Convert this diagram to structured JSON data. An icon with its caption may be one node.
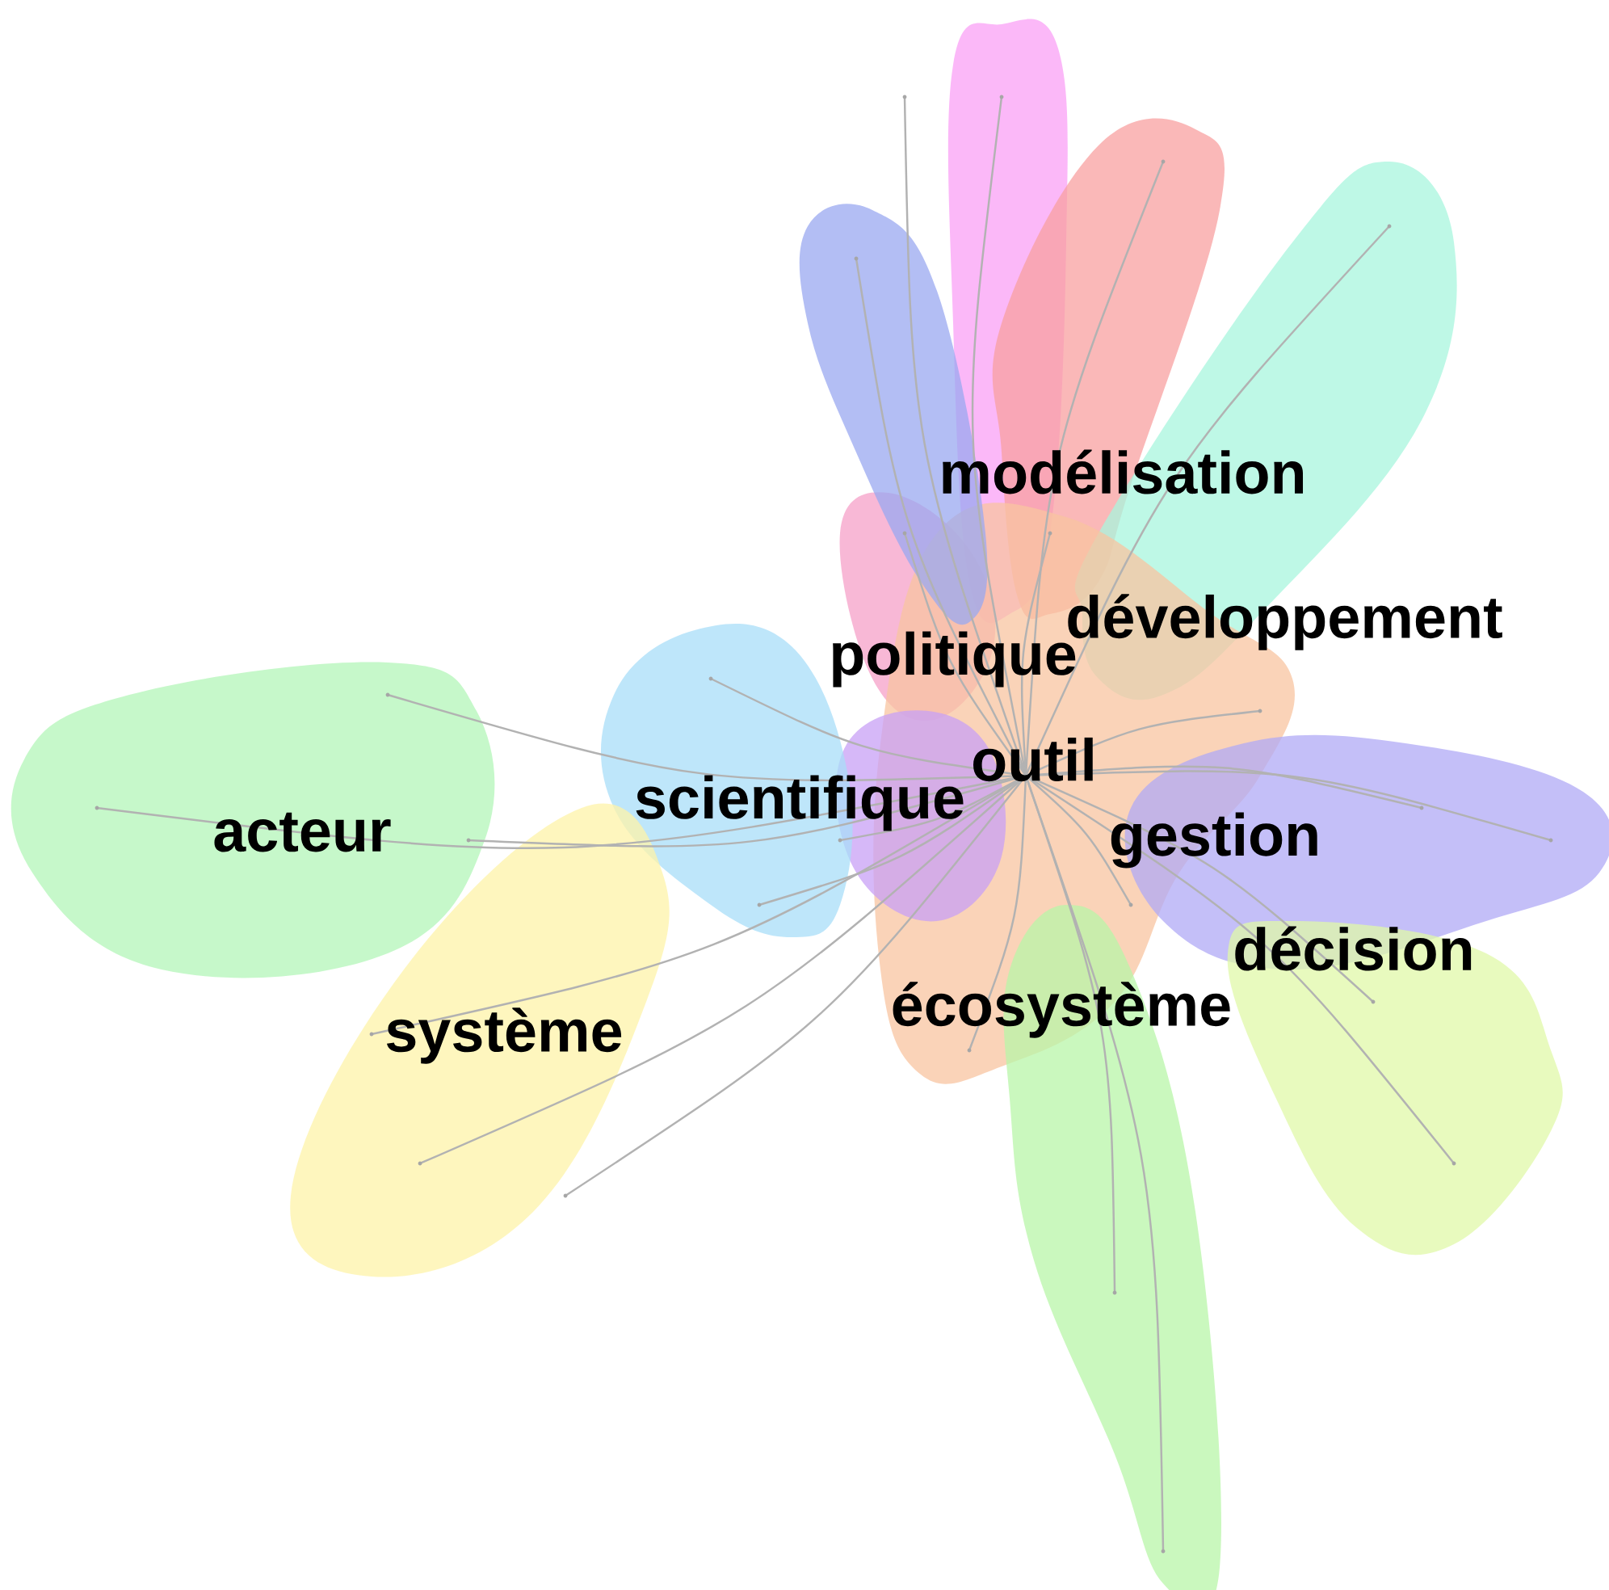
{
  "diagram": {
    "nodes": [
      {
        "text": [],
        "shape": "blob"
      },
      {
        "text": [],
        "shape": "blob"
      },
      {
        "text": [
          "modélisation"
        ]
      },
      {
        "text": [
          "développement"
        ]
      },
      {
        "text": [
          "politique"
        ]
      },
      {
        "text": [
          "outil"
        ]
      },
      {
        "text": [],
        "shape": "blob"
      },
      {
        "text": [
          "scientifique"
        ]
      },
      {
        "text": [
          "acteur"
        ]
      },
      {
        "text": [
          "gestion"
        ]
      },
      {
        "text": [
          "décision"
        ]
      },
      {
        "text": [
          "écosystème"
        ]
      },
      {
        "text": [
          "système"
        ]
      }
    ]
  }
}
